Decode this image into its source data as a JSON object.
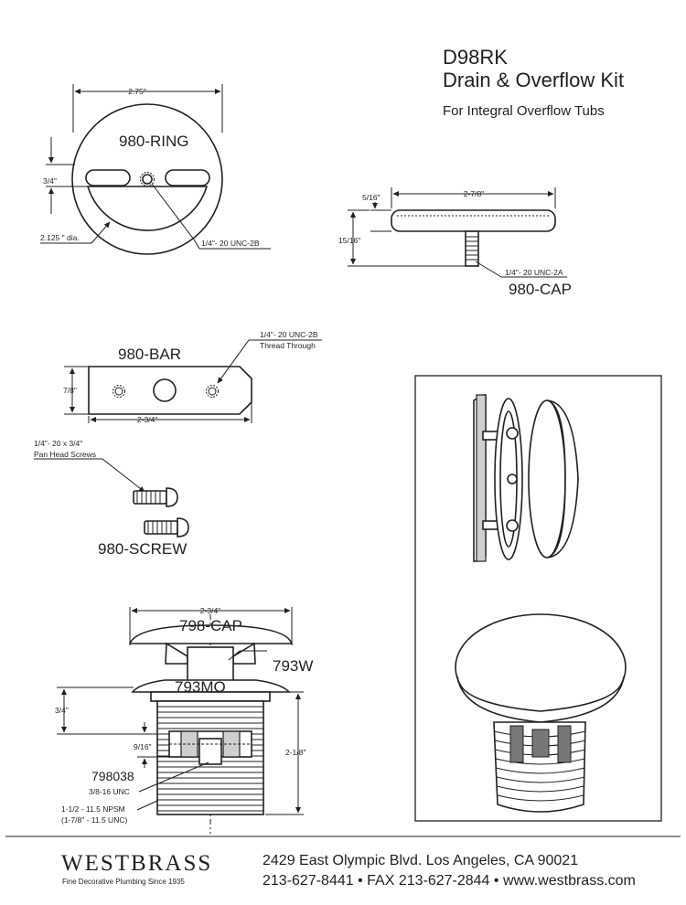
{
  "header": {
    "model": "D98RK",
    "title": "Drain & Overflow Kit",
    "subtitle": "For Integral Overflow Tubs"
  },
  "ring": {
    "name": "980-RING",
    "dim_width": "2.75\"",
    "dim_slot_offset": "3/4\"",
    "dim_inner_dia": "2.125 \" dia.",
    "thread_note": "1/4\"- 20 UNC-2B"
  },
  "cap": {
    "name": "980-CAP",
    "dim_width": "2-7/8\"",
    "dim_thickness": "5/16\"",
    "dim_height": "15/16\"",
    "thread_note": "1/4\"- 20 UNC-2A"
  },
  "bar": {
    "name": "980-BAR",
    "dim_height": "7/8\"",
    "dim_length": "2-3/4\"",
    "thread_note_line1": "1/4\"- 20 UNC-2B",
    "thread_note_line2": "Thread Through"
  },
  "screw": {
    "name": "980-SCREW",
    "note_line1": "1/4\"- 20 x 3/4\"",
    "note_line2": "Pan Head Screws"
  },
  "drain": {
    "cap_name": "798-CAP",
    "body_name": "793W",
    "flange_name": "793MO",
    "stem_name": "798038",
    "dim_cap_width": "2-3/4\"",
    "dim_flange_depth": "3/4\"",
    "dim_stem": "9/16\"",
    "dim_total": "2-1/8\"",
    "stem_thread": "3/8-16 UNC",
    "body_thread_line1": "1-1/2 - 11.5 NPSM",
    "body_thread_line2": "(1-7/8\" - 11.5 UNC)"
  },
  "footer": {
    "brand": "WESTBRASS",
    "tagline": "Fine Decorative Plumbing Since 1935",
    "address": "2429 East Olympic Blvd. Los Angeles, CA  90021",
    "contact": "213-627-8441 • FAX 213-627-2844 • www.westbrass.com"
  },
  "colors": {
    "ink": "#231f20",
    "shade": "#cfcfcf"
  }
}
